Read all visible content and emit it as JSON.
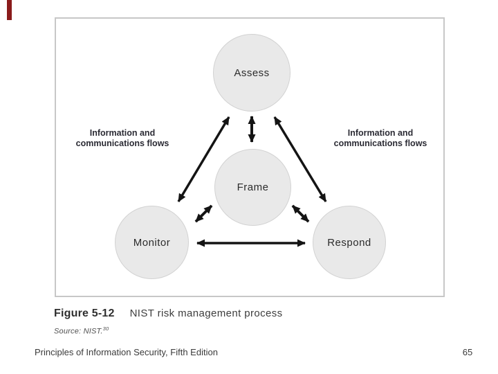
{
  "slide": {
    "footer_text": "Principles of Information Security, Fifth Edition",
    "page_number": "65",
    "accent_bar_color": "#8a1b1b"
  },
  "figure_caption": {
    "label": "Figure 5-12",
    "title": "NIST risk management process",
    "source_text": "Source: NIST.",
    "source_note_ref": "30"
  },
  "diagram": {
    "nodes": [
      {
        "id": "assess",
        "label": "Assess"
      },
      {
        "id": "frame",
        "label": "Frame"
      },
      {
        "id": "monitor",
        "label": "Monitor"
      },
      {
        "id": "respond",
        "label": "Respond"
      }
    ],
    "edges": [
      {
        "from": "Assess",
        "to": "Frame",
        "bidirectional": true
      },
      {
        "from": "Assess",
        "to": "Monitor",
        "bidirectional": true
      },
      {
        "from": "Assess",
        "to": "Respond",
        "bidirectional": true
      },
      {
        "from": "Frame",
        "to": "Monitor",
        "bidirectional": true
      },
      {
        "from": "Frame",
        "to": "Respond",
        "bidirectional": true
      },
      {
        "from": "Monitor",
        "to": "Respond",
        "bidirectional": true
      }
    ],
    "annotations": [
      {
        "side": "left",
        "line1": "Information and",
        "line2": "communications flows"
      },
      {
        "side": "right",
        "line1": "Information and",
        "line2": "communications flows"
      }
    ],
    "colors": {
      "node_fill": "#e9e9e9",
      "node_stroke": "#d2d2d2",
      "arrow": "#141414",
      "panel_border": "#c7c7c7",
      "annotation_text": "#2b2b34"
    }
  }
}
